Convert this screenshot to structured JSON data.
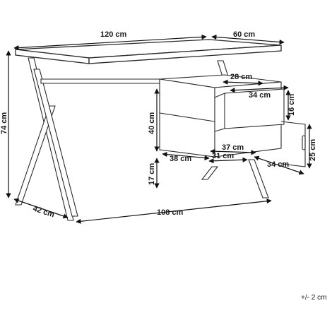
{
  "drawing": {
    "dims": {
      "top_width": "120 cm",
      "top_depth": "60 cm",
      "height_total": "74 cm",
      "leg_depth": "42 cm",
      "base_length": "108 cm",
      "cab_top_depth": "28 cm",
      "drawer_width": "34 cm",
      "drawer_height": "16 cm",
      "cab_height": "40 cm",
      "cab_base_width": "38 cm",
      "cab_foot_height": "17 cm",
      "shelf_depth": "37 cm",
      "shelf_inner": "31 cm",
      "side_width": "34 cm",
      "side_height": "25 cm"
    },
    "tolerance": "+/- 2 cm"
  }
}
